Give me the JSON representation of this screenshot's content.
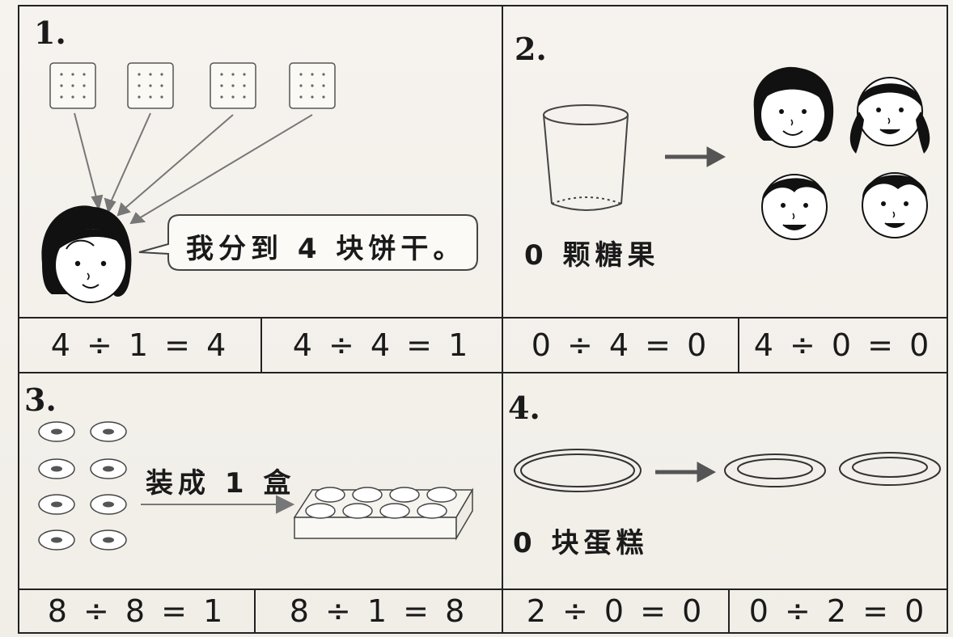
{
  "panels": [
    {
      "number": "1.",
      "caption": "我分到 4 块饼干。",
      "equations": [
        "4 ÷ 1 = 4",
        "4 ÷ 4 = 1"
      ]
    },
    {
      "number": "2.",
      "caption": "0 颗糖果",
      "equations": [
        "0 ÷ 4 = 0",
        "4 ÷ 0 = 0"
      ]
    },
    {
      "number": "3.",
      "caption": "装成 1 盒",
      "equations": [
        "8 ÷ 8 = 1",
        "8 ÷ 1 = 8"
      ]
    },
    {
      "number": "4.",
      "caption": "0 块蛋糕",
      "equations": [
        "2 ÷ 0 = 0",
        "0 ÷ 2 = 0"
      ]
    }
  ],
  "colors": {
    "ink": "#1a1a1a",
    "arrow": "#666666",
    "paper": "#f4f1eb"
  }
}
